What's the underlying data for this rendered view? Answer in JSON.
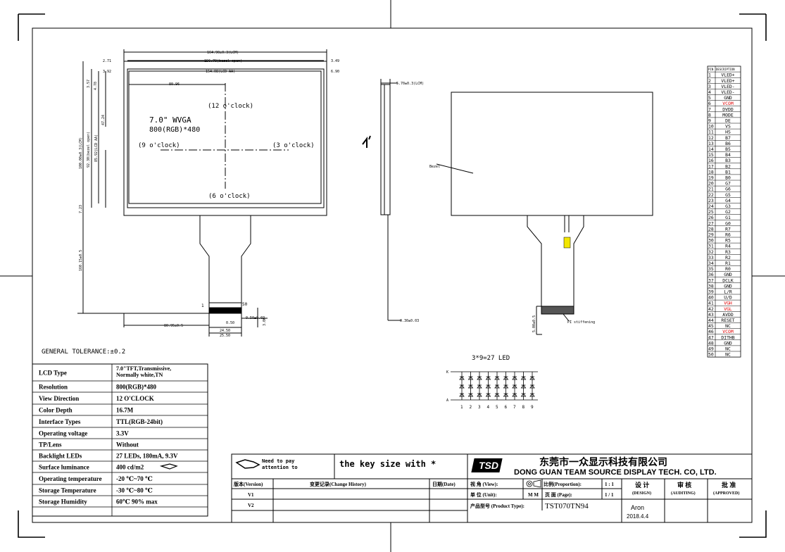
{
  "drawing": {
    "dims_top": [
      "164.90±0.3(LCM)",
      "156.70(bezel open)",
      "154.08(LCD AA)",
      "80.96",
      "2.71",
      "3.92",
      "3.49",
      "6.90"
    ],
    "dims_left": [
      "3.57",
      "4.78",
      "47.24",
      "100.00±0.3(LCM)",
      "92.30(bezel open)",
      "85.92(LCD AA)",
      "7.23",
      "160.15±0.5"
    ],
    "dims_side": [
      "5.70±0.3(LCM)",
      "0.30±0.03"
    ],
    "dims_fpc": [
      "1",
      "50",
      "0.50±0.03",
      "0.50",
      "80.95±0.5",
      "24.50",
      "25.50",
      "3.00"
    ],
    "dims_back": [
      "5.00±0.5",
      "PI stiffening"
    ],
    "panel_title": "7.0\" WVGA",
    "panel_res": "800(RGB)*480",
    "clock_12": "(12 o'clock)",
    "clock_9": "(9 o'clock)",
    "clock_3": "(3 o'clock)",
    "clock_6": "(6 o'clock)",
    "bezel_label": "Bezel",
    "led_title": "3*9=27 LED",
    "led_k": "K",
    "led_a": "A",
    "led_numbers": [
      "1",
      "2",
      "3",
      "4",
      "5",
      "6",
      "7",
      "8",
      "9"
    ],
    "general_tolerance": "GENERAL TOLERANCE:±0.2"
  },
  "specs": [
    {
      "label": "LCD Type",
      "value": "7.0\"TFT,Transmissive,\nNormally white,TN"
    },
    {
      "label": "Resolution",
      "value": "800(RGB)*480"
    },
    {
      "label": "View Direction",
      "value": "12 O'CLOCK"
    },
    {
      "label": "Color Depth",
      "value": "16.7M"
    },
    {
      "label": "Interface Types",
      "value": "TTL(RGB-24bit)"
    },
    {
      "label": "Operating voltage",
      "value": "3.3V"
    },
    {
      "label": "TP/Lens",
      "value": "Without"
    },
    {
      "label": "Backlight LEDs",
      "value": "27 LEDs, 180mA, 9.3V"
    },
    {
      "label": "Surface luminance",
      "value": "400 cd/m2"
    },
    {
      "label": "Operating temperature",
      "value": "-20 ℃~70 ℃"
    },
    {
      "label": "Storage Temperature",
      "value": "-30 ℃~80 ℃"
    },
    {
      "label": "Storage Humidity",
      "value": "60℃ 90% max"
    }
  ],
  "pins": {
    "header_pin": "PIN",
    "header_desc": "DESCRIPTION",
    "items": [
      {
        "n": "1",
        "d": "VLED+",
        "red": false
      },
      {
        "n": "2",
        "d": "VLED+",
        "red": false
      },
      {
        "n": "3",
        "d": "VLED-",
        "red": false
      },
      {
        "n": "4",
        "d": "VLED-",
        "red": false
      },
      {
        "n": "5",
        "d": "GND",
        "red": false
      },
      {
        "n": "6",
        "d": "VCOM",
        "red": true
      },
      {
        "n": "7",
        "d": "DVDD",
        "red": false
      },
      {
        "n": "8",
        "d": "MODE",
        "red": false
      },
      {
        "n": "9",
        "d": "DE",
        "red": false
      },
      {
        "n": "10",
        "d": "VS",
        "red": false
      },
      {
        "n": "11",
        "d": "HS",
        "red": false
      },
      {
        "n": "12",
        "d": "B7",
        "red": false
      },
      {
        "n": "13",
        "d": "B6",
        "red": false
      },
      {
        "n": "14",
        "d": "B5",
        "red": false
      },
      {
        "n": "15",
        "d": "B4",
        "red": false
      },
      {
        "n": "16",
        "d": "B3",
        "red": false
      },
      {
        "n": "17",
        "d": "B2",
        "red": false
      },
      {
        "n": "18",
        "d": "B1",
        "red": false
      },
      {
        "n": "19",
        "d": "B0",
        "red": false
      },
      {
        "n": "20",
        "d": "G7",
        "red": false
      },
      {
        "n": "21",
        "d": "G6",
        "red": false
      },
      {
        "n": "22",
        "d": "G5",
        "red": false
      },
      {
        "n": "23",
        "d": "G4",
        "red": false
      },
      {
        "n": "24",
        "d": "G3",
        "red": false
      },
      {
        "n": "25",
        "d": "G2",
        "red": false
      },
      {
        "n": "26",
        "d": "G1",
        "red": false
      },
      {
        "n": "27",
        "d": "G0",
        "red": false
      },
      {
        "n": "28",
        "d": "R7",
        "red": false
      },
      {
        "n": "29",
        "d": "R6",
        "red": false
      },
      {
        "n": "30",
        "d": "R5",
        "red": false
      },
      {
        "n": "31",
        "d": "R4",
        "red": false
      },
      {
        "n": "32",
        "d": "R3",
        "red": false
      },
      {
        "n": "33",
        "d": "R2",
        "red": false
      },
      {
        "n": "34",
        "d": "R1",
        "red": false
      },
      {
        "n": "35",
        "d": "R0",
        "red": false
      },
      {
        "n": "36",
        "d": "GND",
        "red": false
      },
      {
        "n": "37",
        "d": "DCLK",
        "red": false
      },
      {
        "n": "38",
        "d": "GND",
        "red": false
      },
      {
        "n": "39",
        "d": "L/R",
        "red": false
      },
      {
        "n": "40",
        "d": "U/D",
        "red": false
      },
      {
        "n": "41",
        "d": "VGH",
        "red": true
      },
      {
        "n": "42",
        "d": "VGL",
        "red": true
      },
      {
        "n": "43",
        "d": "AVDD",
        "red": false
      },
      {
        "n": "44",
        "d": "RESET",
        "red": false
      },
      {
        "n": "45",
        "d": "NC",
        "red": false
      },
      {
        "n": "46",
        "d": "VCOM",
        "red": true
      },
      {
        "n": "47",
        "d": "DITHB",
        "red": false
      },
      {
        "n": "48",
        "d": "GND",
        "red": false
      },
      {
        "n": "49",
        "d": "NC",
        "red": false
      },
      {
        "n": "50",
        "d": "NC",
        "red": false
      }
    ]
  },
  "title_block": {
    "note_need": "Need to pay",
    "note_attention": "attention to",
    "key_size": "the key size with *",
    "company_cn": "东莞市一众显示科技有限公司",
    "company_en": "DONG GUAN TEAM SOURCE DISPLAY TECH. CO, LTD.",
    "logo": "TSD",
    "col_version": "版本(Version)",
    "col_history": "变更记录(Change History)",
    "col_date": "日期(Date)",
    "v1": "V1",
    "v2": "V2",
    "view_label": "视  角 (View):",
    "proportion_label": "比例(Proportion):",
    "proportion_value": "1 : 1",
    "unit_label": "单  位 (Unit):",
    "unit_value": "M M",
    "page_label": "页  面 (Page):",
    "page_value": "1 / 1",
    "product_label": "产品型号 (Product Type):",
    "product_value": "TST070TN94",
    "design_cn": "设 计",
    "design_en": "(DESIGN)",
    "audit_cn": "审 核",
    "audit_en": "(AUDITING)",
    "approve_cn": "批 准",
    "approve_en": "(APPROVED)",
    "designer": "Aron",
    "date": "2018.4.4"
  },
  "colors": {
    "line": "#000000",
    "highlight": "#e00000",
    "fpc_yellow": "#f2e600"
  }
}
